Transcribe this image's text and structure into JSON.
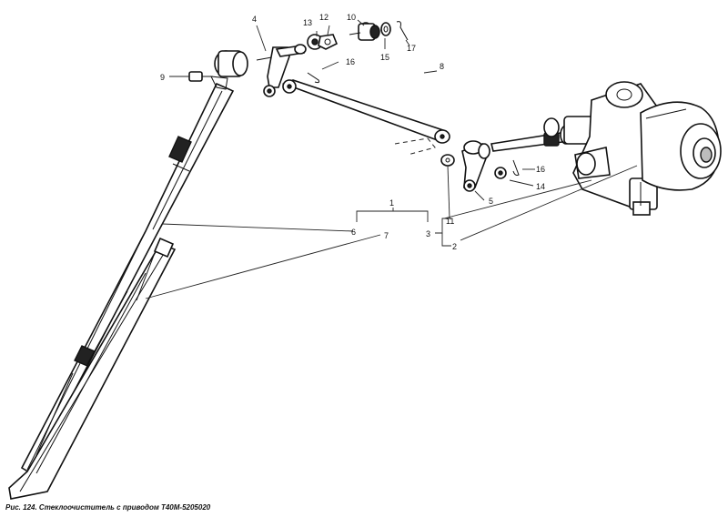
{
  "caption": "Рис. 124. Стеклоочиститель с приводом Т40М-5205020",
  "callouts": {
    "c1": "1",
    "c2": "2",
    "c3": "3",
    "c4": "4",
    "c5": "5",
    "c6": "6",
    "c7": "7",
    "c8": "8",
    "c9": "9",
    "c10": "10",
    "c11": "11",
    "c12": "12",
    "c13": "13",
    "c14": "14",
    "c15": "15",
    "c16a": "16",
    "c16b": "16",
    "c17": "17"
  }
}
